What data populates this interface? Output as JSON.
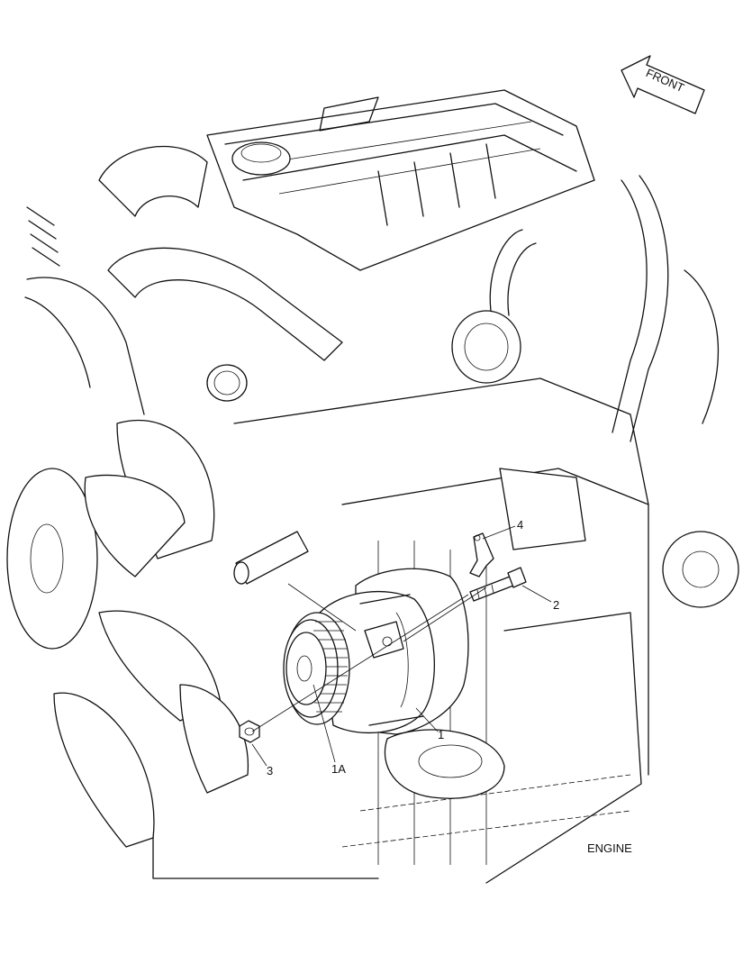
{
  "diagram": {
    "direction_label": "FRONT",
    "caption": "ENGINE",
    "callouts": [
      {
        "id": "c1",
        "label": "1"
      },
      {
        "id": "c1a",
        "label": "1A"
      },
      {
        "id": "c2",
        "label": "2"
      },
      {
        "id": "c3",
        "label": "3"
      },
      {
        "id": "c4",
        "label": "4"
      }
    ]
  }
}
